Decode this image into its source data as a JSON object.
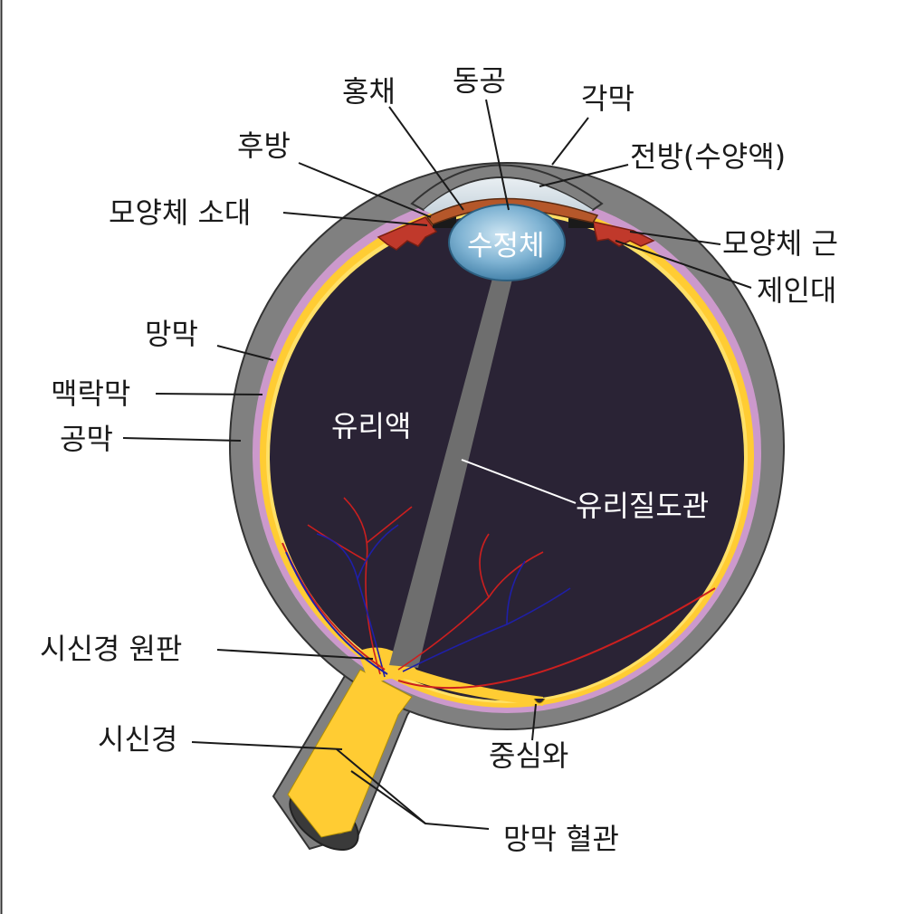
{
  "labels": {
    "iris": "홍채",
    "pupil": "동공",
    "cornea": "각막",
    "posterior_chamber": "후방",
    "anterior_chamber": "전방(수양액)",
    "zonular_fibers": "모양체 소대",
    "lens": "수정체",
    "ciliary_muscle": "모양체 근",
    "suspensory_ligament": "제인대",
    "retina": "망막",
    "choroid": "맥락막",
    "sclera": "공막",
    "vitreous_humor": "유리액",
    "hyaloid_canal": "유리질도관",
    "optic_disc": "시신경 원판",
    "optic_nerve": "시신경",
    "fovea": "중심와",
    "retinal_vessels": "망막 혈관"
  },
  "colors": {
    "sclera": "#808080",
    "choroid": "#cc99cc",
    "retina": "#ffcc33",
    "vitreous": "#2a2335",
    "lens": "#5e9bbf",
    "iris": "#b5572a",
    "ciliary": "#c0392b",
    "artery": "#cc1f1f",
    "vein": "#1f1fa8"
  }
}
